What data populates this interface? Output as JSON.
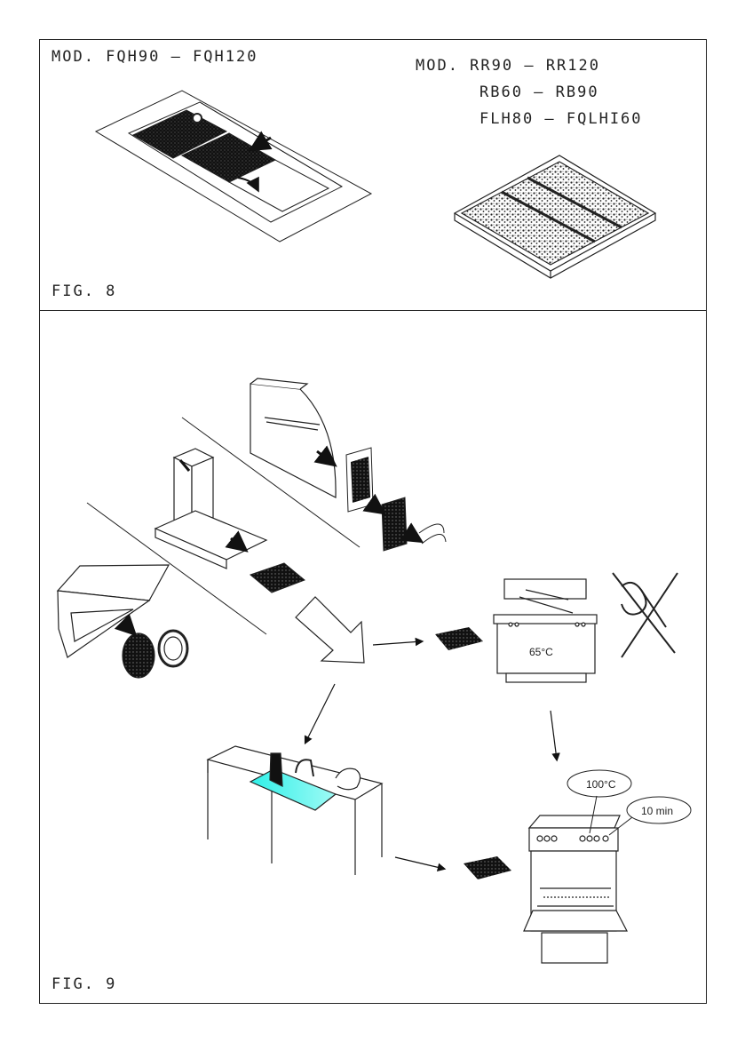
{
  "fig8": {
    "label": "FIG. 8",
    "model_left": "MOD. FQH90 — FQH120",
    "model_right": [
      "MOD. RR90 — RR120",
      "RB60 — RB90",
      "FLH80 — FQLHI60"
    ]
  },
  "fig9": {
    "label": "FIG. 9",
    "dishwasher_temp": "65°C",
    "oven_temp": "100°C",
    "oven_time": "10 min"
  }
}
